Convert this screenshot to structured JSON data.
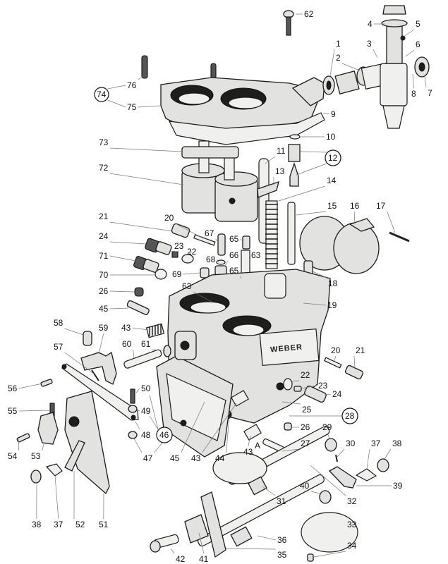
{
  "diagram": {
    "title": "Weber carburettor exploded view",
    "brand_plate": "WEBER",
    "colors": {
      "ink": "#111111",
      "part_fill": "#e2e2e0",
      "background": "#ffffff"
    },
    "callouts": {
      "c1": "1",
      "c2": "2",
      "c3": "3",
      "c4": "4",
      "c5": "5",
      "c6": "6",
      "c7": "7",
      "c8": "8",
      "c9": "9",
      "c10": "10",
      "c11": "11",
      "c12": "12",
      "c13": "13",
      "c14": "14",
      "c15": "15",
      "c16": "16",
      "c17": "17",
      "c18": "18",
      "c19": "19",
      "c20a": "20",
      "c21a": "21",
      "c22a": "22",
      "c23a": "23",
      "c24a": "24",
      "c20b": "20",
      "c21b": "21",
      "c22b": "22",
      "c23b": "23",
      "c24b": "24",
      "c25": "25",
      "c26a": "26",
      "c26b": "26",
      "c27": "27",
      "c28": "28",
      "c29": "29",
      "c30": "30",
      "c31": "31",
      "c32": "32",
      "c33": "33",
      "c34": "34",
      "c35": "35",
      "c36": "36",
      "c37a": "37",
      "c38a": "38",
      "c37b": "37",
      "c38b": "38",
      "c39": "39",
      "c40": "40",
      "c41": "41",
      "c42": "42",
      "c43a": "43",
      "c43b": "43",
      "c43c": "43",
      "c43A": "A",
      "c44": "44",
      "c45a": "45",
      "c45b": "45",
      "c46": "46",
      "c47": "47",
      "c48": "48",
      "c49": "49",
      "c50": "50",
      "c51": "51",
      "c52": "52",
      "c53": "53",
      "c54": "54",
      "c55": "55",
      "c56": "56",
      "c57": "57",
      "c58": "58",
      "c59": "59",
      "c60": "60",
      "c61": "61",
      "c62": "62",
      "c63a": "63",
      "c63b": "63",
      "c65a": "65",
      "c65b": "65",
      "c66": "66",
      "c67": "67",
      "c68": "68",
      "c69": "69",
      "c70": "70",
      "c71": "71",
      "c72": "72",
      "c73": "73",
      "c74": "74",
      "c75": "75",
      "c76": "76"
    }
  }
}
